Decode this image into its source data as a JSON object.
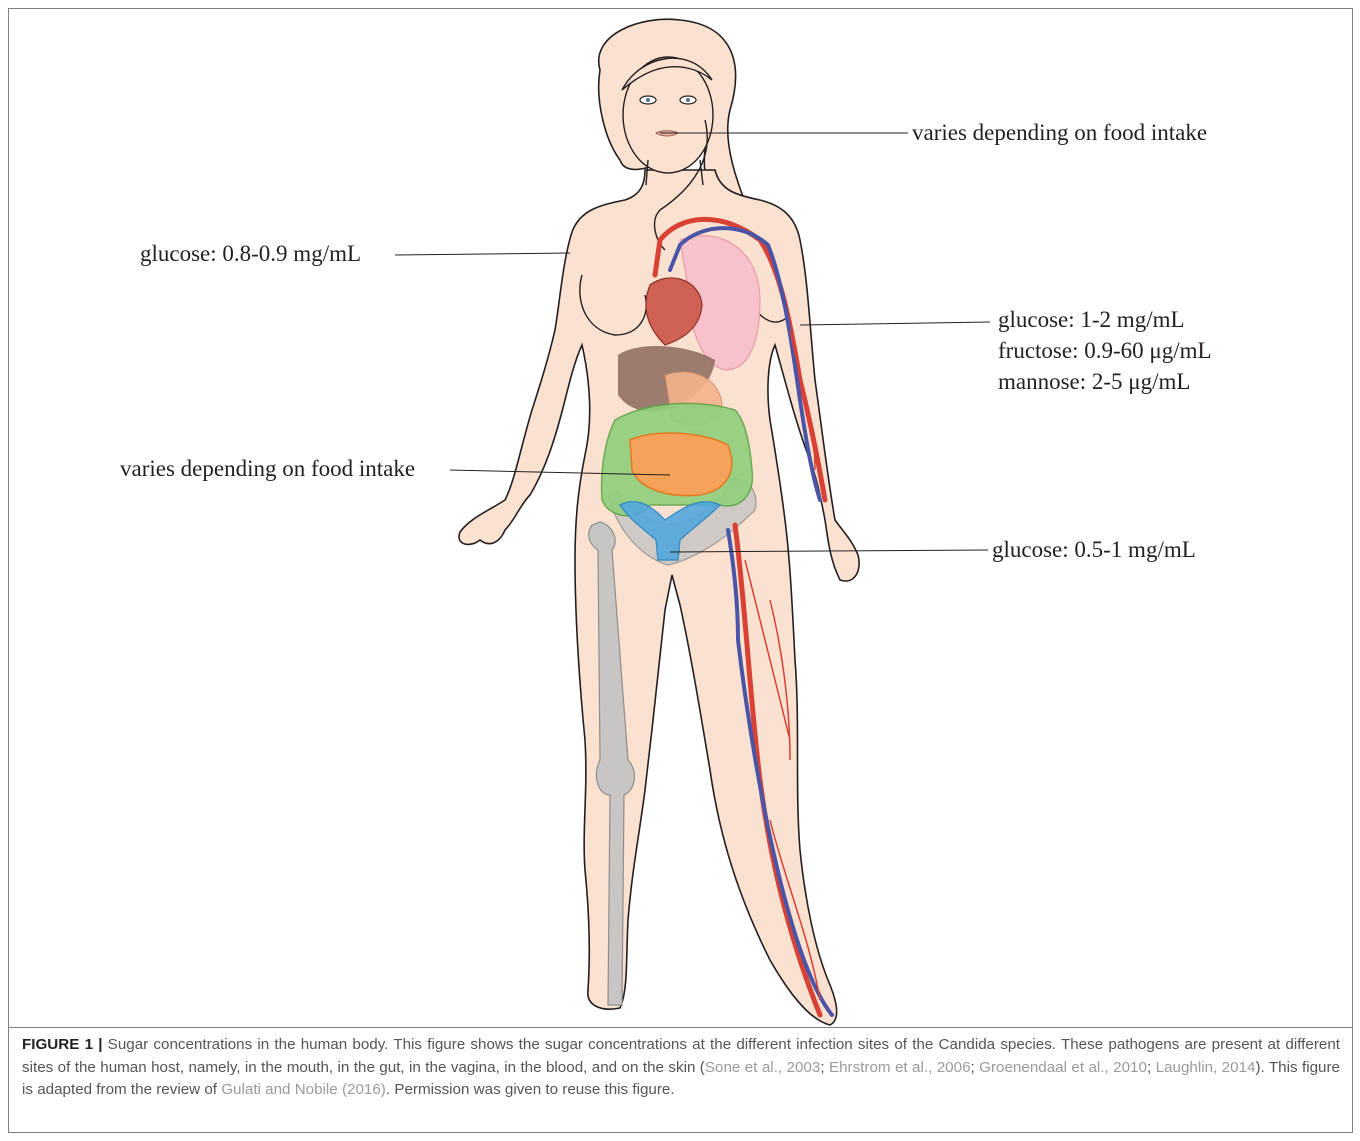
{
  "labels": {
    "mouth": "varies depending on food intake",
    "skin": "glucose: 0.8-0.9 mg/mL",
    "blood": [
      "glucose: 1-2 mg/mL",
      "fructose: 0.9-60 μg/mL",
      "mannose: 2-5 μg/mL"
    ],
    "gut": "varies depending on food intake",
    "vagina": "glucose: 0.5-1 mg/mL"
  },
  "caption": {
    "lead": "FIGURE 1 |",
    "p1": " Sugar concentrations in the human body. This figure shows the sugar concentrations at the different infection sites of the Candida species. These pathogens are present at different sites of the human host, namely, in the mouth, in the gut, in the vagina, in the blood, and on the skin (",
    "cite1": "Sone et al., 2003",
    "sep1": "; ",
    "cite2": "Ehrstrom et al., 2006",
    "sep2": "; ",
    "cite3": "Groenendaal et al., 2010",
    "sep3": "; ",
    "cite4": "Laughlin, 2014",
    "p2": "). This figure is adapted from the review of ",
    "cite5": "Gulati and Nobile (2016)",
    "p3": ". Permission was given to reuse this figure."
  },
  "colors": {
    "skin": "#fbe1d0",
    "artery": "#d94134",
    "vein": "#4a55a7",
    "gut": "#8fcf7c",
    "intestine": "#f5a35a",
    "uterus": "#52a8de",
    "bone": "#c8c6c4",
    "heart": "#cf6255",
    "lung": "#f7c2cb",
    "liver": "#8a6a5d"
  }
}
